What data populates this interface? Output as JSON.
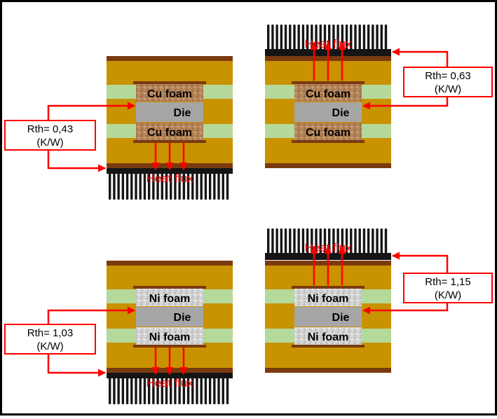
{
  "colors": {
    "border": "#000000",
    "copper_strip": "#7a3a0f",
    "substrate_gold": "#c99200",
    "dielectric_green": "#b5d99a",
    "die_gray": "#a6a6a6",
    "cu_foam": "#b5855a",
    "ni_foam": "#d4d4d4",
    "heatsink": "#151515",
    "arrow_red": "#ff0000",
    "label_text": "#000000"
  },
  "panels": [
    {
      "id": "top-left",
      "foam_label": "Cu foam",
      "die_label": "Die",
      "heat_flux_label": "Heat flux",
      "heatsink_side": "bottom",
      "rth_line1": "Rth= 0,43",
      "rth_line2": "(K/W)",
      "rth_side": "left"
    },
    {
      "id": "top-right",
      "foam_label": "Cu foam",
      "die_label": "Die",
      "heat_flux_label": "Heat flux",
      "heatsink_side": "top",
      "rth_line1": "Rth= 0,63",
      "rth_line2": "(K/W)",
      "rth_side": "right"
    },
    {
      "id": "bottom-left",
      "foam_label": "Ni foam",
      "die_label": "Die",
      "heat_flux_label": "Heat flux",
      "heatsink_side": "bottom",
      "rth_line1": "Rth= 1,03",
      "rth_line2": "(K/W)",
      "rth_side": "left"
    },
    {
      "id": "bottom-right",
      "foam_label": "Ni foam",
      "die_label": "Die",
      "heat_flux_label": "Heat flux",
      "heatsink_side": "top",
      "rth_line1": "Rth= 1,15",
      "rth_line2": "(K/W)",
      "rth_side": "right"
    }
  ]
}
